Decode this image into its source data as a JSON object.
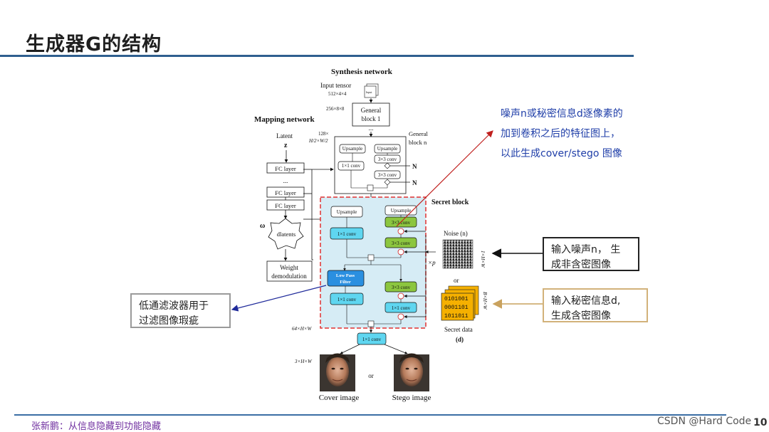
{
  "slide": {
    "title": "生成器G的结构",
    "footer_left": "张新鹏：从信息隐藏到功能隐藏",
    "watermark": "CSDN @Hard Code",
    "page_number": "10"
  },
  "notes": {
    "noise_note": [
      "噪声n或秘密信息d逐像素的",
      "加到卷积之后的特征图上，",
      "以此生成cover/stego 图像"
    ],
    "lowpass_callout": [
      "低通滤波器用于",
      "过滤图像瑕疵"
    ],
    "noise_callout": [
      "输入噪声n，  生",
      "成非含密图像"
    ],
    "secret_callout": [
      "输入秘密信息d,",
      "生成含密图像"
    ]
  },
  "diagram": {
    "synthesis_title": "Synthesis network",
    "input_tensor": "Input tensor",
    "input_dim": "512×4×4",
    "input_box": "Input",
    "dim_256": "256×8×8",
    "general_block_1": [
      "General",
      "block 1"
    ],
    "ellipsis": "...",
    "dim_128": [
      "128×",
      "H/2×W/2"
    ],
    "general_block_n": [
      "General",
      "block n"
    ],
    "upsample": "Upsample",
    "conv3": "3×3 conv",
    "conv1": "1×1 conv",
    "n_label": "N",
    "mapping_title": "Mapping network",
    "latent": "Latent",
    "z": "z",
    "fc_layer": "FC  layer",
    "omega": "ω",
    "dlatents": "dlatents",
    "weight_demod": [
      "Weight",
      "demodulation"
    ],
    "secret_block": "Secret block",
    "low_pass": [
      "Low Pass",
      "Filter"
    ],
    "noise_label": "Noise (n)",
    "noise_dim": "1×H×W",
    "times_p": "×p",
    "or": "or",
    "secret_bits": [
      "0101001",
      "0001101",
      "1011011"
    ],
    "secret_dim": "B×H×W",
    "secret_data": "Secret data",
    "d_label": "(d)",
    "dim_64": "64×H×W",
    "dim_3": "3×H×W",
    "cover_image": "Cover image",
    "stego_image": "Stego image"
  },
  "colors": {
    "title_rule": "#2f5f8f",
    "footer_text": "#7030a0",
    "note_text": "#1f3ea8",
    "secret_bg": "#d6ecf5",
    "secret_border": "#e03030",
    "green_box": "#8cc63f",
    "cyan_box": "#5fd6f0",
    "lowpass_box": "#2a8fe0",
    "secret_data_bg": "#f5b000"
  }
}
